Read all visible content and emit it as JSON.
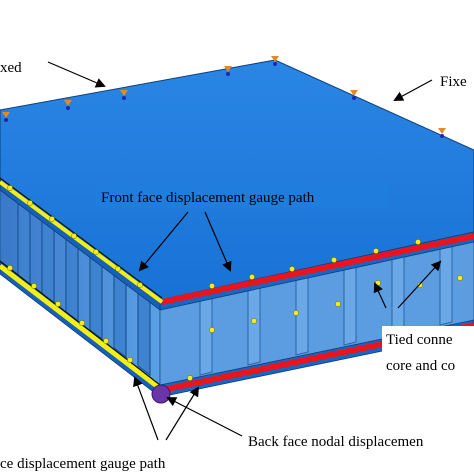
{
  "labels": {
    "fixed_left": "xed",
    "fixed_right": "Fixe",
    "front_gauge": "Front face displacement gauge path",
    "tied_line1": "Tied conne",
    "tied_line2": "core and co",
    "back_nodal": "Back face nodal displacemen",
    "back_gauge": "ce displacement gauge path"
  },
  "colors": {
    "face_sheet": "#1e7fe0",
    "core": "#4a90d8",
    "front_path": "#e8141e",
    "back_path": "#f2ee1a",
    "tie_nodes": "#f2ee1a",
    "back_node": "#6a35a8",
    "constraint_markers": "#e08a2a"
  }
}
